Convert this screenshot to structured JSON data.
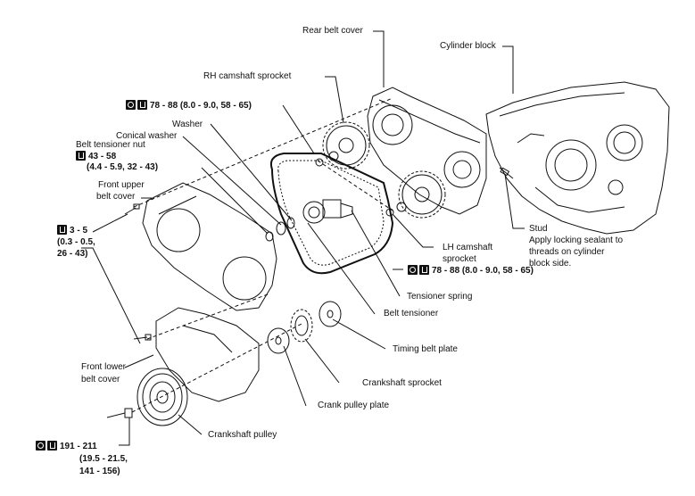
{
  "labels": {
    "rear_belt_cover": "Rear belt cover",
    "cylinder_block": "Cylinder block",
    "rh_camshaft_sprocket": "RH camshaft sprocket",
    "washer": "Washer",
    "conical_washer": "Conical washer",
    "belt_tensioner_nut": "Belt tensioner nut",
    "front_upper_belt_cover_1": "Front upper",
    "front_upper_belt_cover_2": "belt cover",
    "stud_1": "Stud",
    "stud_2": "Apply locking sealant to",
    "stud_3": "threads on cylinder",
    "stud_4": "block side.",
    "lh_camshaft_sprocket_1": "LH camshaft",
    "lh_camshaft_sprocket_2": "sprocket",
    "tensioner_spring": "Tensioner spring",
    "belt_tensioner": "Belt tensioner",
    "timing_belt_plate": "Timing belt plate",
    "front_lower_belt_cover_1": "Front lower",
    "front_lower_belt_cover_2": "belt cover",
    "crankshaft_sprocket": "Crankshaft sprocket",
    "crank_pulley_plate": "Crank pulley plate",
    "crankshaft_pulley": "Crankshaft pulley"
  },
  "torques": {
    "rh_cam": "78 - 88 (8.0 - 9.0, 58 - 65)",
    "tensioner_nut_1": "43 - 58",
    "tensioner_nut_2": "(4.4 - 5.9, 32 - 43)",
    "cover_bolt_1": "3 - 5",
    "cover_bolt_2": "(0.3 - 0.5,",
    "cover_bolt_3": "26 - 43)",
    "lh_cam": "78 - 88 (8.0 - 9.0, 58 - 65)",
    "pulley_1": "191 - 211",
    "pulley_2": "(19.5 - 21.5,",
    "pulley_3": "141 - 156)"
  },
  "icons": [
    "tighten-icon",
    "torque-wrench-icon"
  ]
}
